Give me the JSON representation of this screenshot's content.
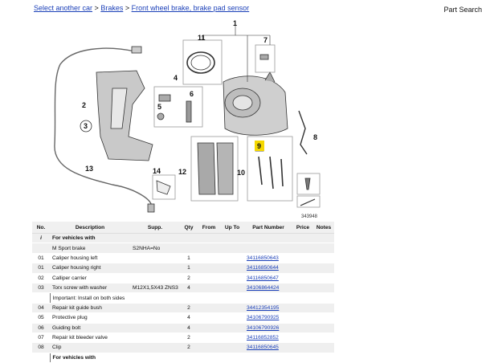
{
  "breadcrumb": {
    "link1": "Select another car",
    "sep1": " > ",
    "link2": "Brakes",
    "sep2": " > ",
    "link3": "Front wheel brake, brake pad sensor"
  },
  "header": {
    "search_link": "Part Search"
  },
  "diagram": {
    "callouts": [
      "1",
      "2",
      "3",
      "4",
      "5",
      "6",
      "7",
      "8",
      "9",
      "10",
      "11",
      "12",
      "13",
      "14"
    ],
    "ref_number": "343948",
    "highlight_color": "#f5d800"
  },
  "table": {
    "headers": [
      "No.",
      "Description",
      "Supp.",
      "Qty",
      "From",
      "Up To",
      "Part Number",
      "Price",
      "Notes"
    ],
    "group1": {
      "marker": "i",
      "title": "For vehicles with",
      "subtitle": "M Sport brake",
      "supp": "S2NHA=No"
    },
    "rows": [
      {
        "no": "01",
        "desc": "Caliper housing left",
        "supp": "",
        "qty": "1",
        "part": "34116850643"
      },
      {
        "no": "01",
        "desc": "Caliper housing right",
        "supp": "",
        "qty": "1",
        "part": "34116850644"
      },
      {
        "no": "02",
        "desc": "Calliper carrier",
        "supp": "",
        "qty": "2",
        "part": "34116850647"
      },
      {
        "no": "03",
        "desc": "Torx screw with washer",
        "supp": "M12X1,5X43 ZNS3",
        "qty": "4",
        "part": "34106864424"
      },
      {
        "no": "04",
        "desc": "Repair kit guide bush",
        "supp": "",
        "qty": "2",
        "part": "34412354195"
      },
      {
        "no": "05",
        "desc": "Protective plug",
        "supp": "",
        "qty": "4",
        "part": "34106790925"
      },
      {
        "no": "06",
        "desc": "Guiding bolt",
        "supp": "",
        "qty": "4",
        "part": "34106790926"
      },
      {
        "no": "07",
        "desc": "Repair kit bleeder valve",
        "supp": "",
        "qty": "2",
        "part": "34116852852"
      },
      {
        "no": "08",
        "desc": "Clip",
        "supp": "",
        "qty": "2",
        "part": "34116850645"
      }
    ],
    "note_row": "Important: Install on both sides",
    "group2_title": "For vehicles with"
  }
}
